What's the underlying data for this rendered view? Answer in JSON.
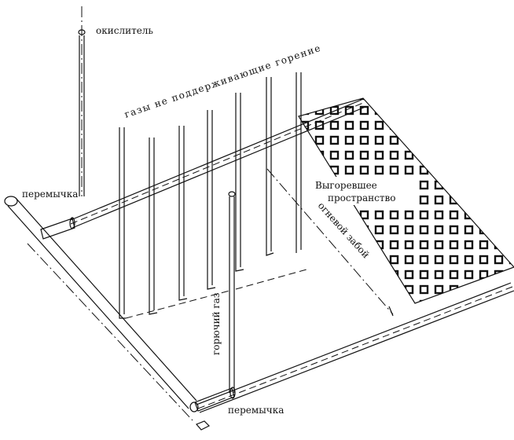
{
  "labels": {
    "oxidizer": "окислитель",
    "inert_gases": "газы не поддерживающие горение",
    "jumper_left": "перемычка",
    "jumper_bottom": "перемычка",
    "burned_space": "Выгоревшее пространство",
    "fire_face": "огневой забой",
    "combustible_gas": "горючий газ"
  },
  "colors": {
    "ink": "#111111",
    "paper": "#ffffff"
  }
}
